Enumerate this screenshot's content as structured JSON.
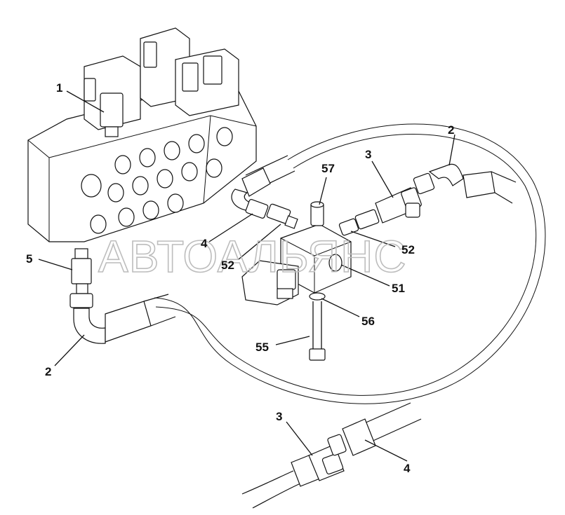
{
  "watermark": "АВТОАЛЬЯНС",
  "callouts": [
    {
      "id": "c1",
      "text": "1"
    },
    {
      "id": "c2a",
      "text": "2"
    },
    {
      "id": "c2b",
      "text": "2"
    },
    {
      "id": "c3a",
      "text": "3"
    },
    {
      "id": "c3b",
      "text": "3"
    },
    {
      "id": "c4a",
      "text": "4"
    },
    {
      "id": "c4b",
      "text": "4"
    },
    {
      "id": "c5",
      "text": "5"
    },
    {
      "id": "c51",
      "text": "51"
    },
    {
      "id": "c52a",
      "text": "52"
    },
    {
      "id": "c52b",
      "text": "52"
    },
    {
      "id": "c55",
      "text": "55"
    },
    {
      "id": "c56",
      "text": "56"
    },
    {
      "id": "c57",
      "text": "57"
    }
  ]
}
